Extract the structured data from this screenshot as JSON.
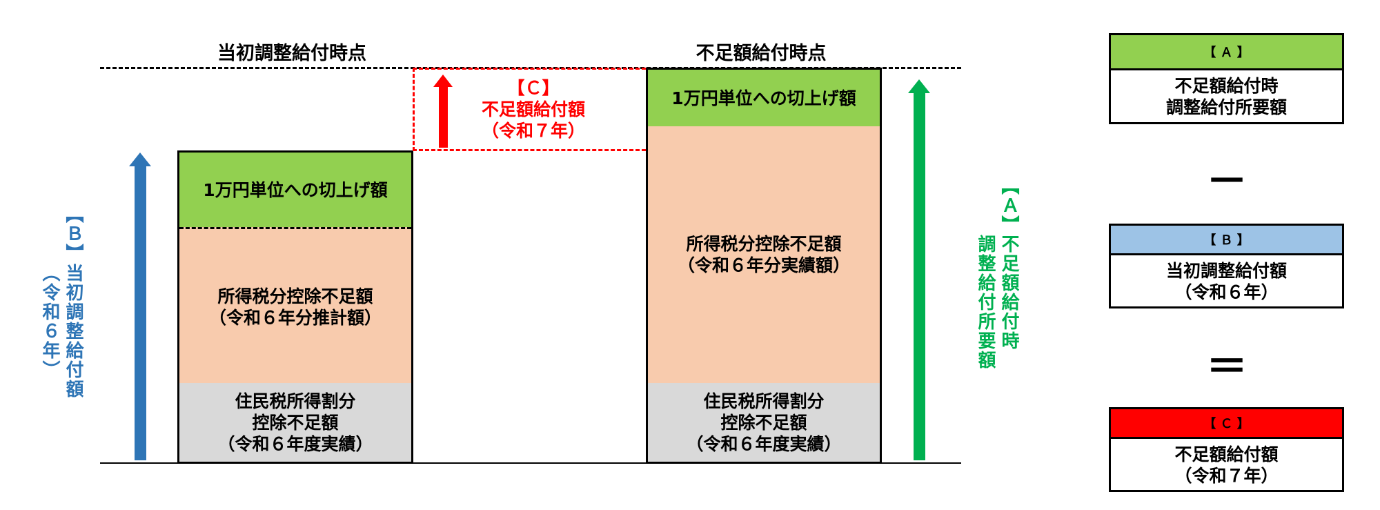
{
  "headers": {
    "left": "当初調整給付時点",
    "right": "不足額給付時点"
  },
  "left_column": {
    "top": "1万円単位への切上げ額",
    "middle": "所得税分控除不足額\n（令和６年分推計額）",
    "bottom": "住民税所得割分\n控除不足額\n（令和６年度実績）"
  },
  "right_column": {
    "top": "1万円単位への切上げ額",
    "middle": "所得税分控除不足額\n（令和６年分実績額）",
    "bottom": "住民税所得割分\n控除不足額\n（令和６年度実績）"
  },
  "arrow_b": {
    "tag": "【Ｂ】",
    "label": "当初調整給付額",
    "sub": "（令和６年）",
    "color": "#2e75b6"
  },
  "arrow_c": {
    "tag": "【Ｃ】",
    "label": "不足額給付額",
    "sub": "（令和７年）",
    "color": "#ff0000"
  },
  "arrow_a": {
    "tag": "【Ａ】",
    "label1": "不足額給付時",
    "label2": "調整給付所要額",
    "color": "#00b050"
  },
  "legend": {
    "a": {
      "tag": "【 Ａ 】",
      "body": "不足額給付時\n調整給付所要額",
      "color": "#92d050"
    },
    "minus": "－",
    "b": {
      "tag": "【 Ｂ 】",
      "body": "当初調整給付額\n（令和６年）",
      "color": "#9dc3e6"
    },
    "equals": "＝",
    "c": {
      "tag": "【 Ｃ 】",
      "body": "不足額給付額\n（令和７年）",
      "color": "#ff0000"
    }
  },
  "colors": {
    "green_fill": "#92d050",
    "peach_fill": "#f8cbad",
    "grey_fill": "#d9d9d9"
  }
}
